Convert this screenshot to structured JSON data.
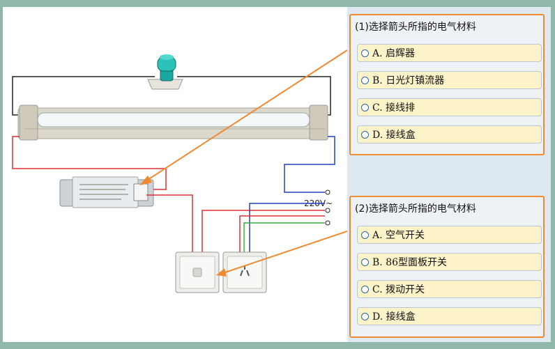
{
  "colors": {
    "accent_border": "#f08a30",
    "option_bg": "#fdf3c8",
    "wire_red": "#e03030",
    "wire_blue": "#2040c0",
    "wire_green": "#30b040"
  },
  "diagram": {
    "voltage_label": "220V~"
  },
  "question1": {
    "title": "(1)选择箭头所指的电气材料",
    "options": [
      "A. 启辉器",
      "B. 日光灯镇流器",
      "C. 接线排",
      "D. 接线盒"
    ]
  },
  "question2": {
    "title": "(2)选择箭头所指的电气材料",
    "options": [
      "A. 空气开关",
      "B. 86型面板开关",
      "C. 拨动开关",
      "D. 接线盒"
    ]
  }
}
